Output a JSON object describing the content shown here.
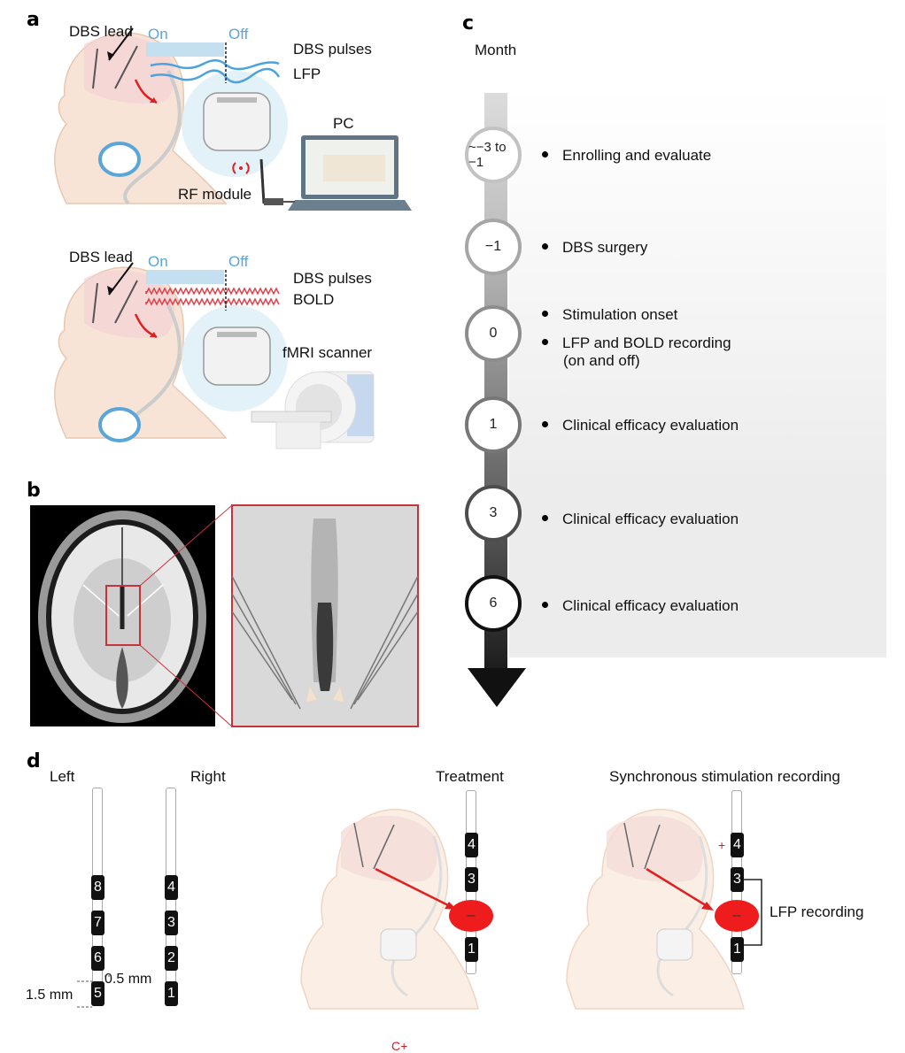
{
  "panels": {
    "a": {
      "letter": "a",
      "top": {
        "lead_label": "DBS lead",
        "on_label": "On",
        "off_label": "Off",
        "signal1": "DBS pulses",
        "signal2": "LFP",
        "device1": "PC",
        "device2": "RF module"
      },
      "bottom": {
        "lead_label": "DBS lead",
        "on_label": "On",
        "off_label": "Off",
        "signal1": "DBS pulses",
        "signal2": "BOLD",
        "device1": "fMRI scanner"
      }
    },
    "b": {
      "letter": "b"
    },
    "c": {
      "letter": "c",
      "axis_label": "Month",
      "milestones": [
        {
          "month": "~−3 to −1",
          "items": [
            "Enrolling and evaluate"
          ]
        },
        {
          "month": "−1",
          "items": [
            "DBS surgery"
          ]
        },
        {
          "month": "0",
          "items": [
            "Stimulation onset",
            "LFP and BOLD recording",
            "(on and off)"
          ]
        },
        {
          "month": "1",
          "items": [
            "Clinical efficacy evaluation"
          ]
        },
        {
          "month": "3",
          "items": [
            "Clinical efficacy evaluation"
          ]
        },
        {
          "month": "6",
          "items": [
            "Clinical efficacy evaluation"
          ]
        }
      ]
    },
    "d": {
      "letter": "d",
      "left_label": "Left",
      "right_label": "Right",
      "left_contacts": [
        "8",
        "7",
        "6",
        "5"
      ],
      "right_contacts": [
        "4",
        "3",
        "2",
        "1"
      ],
      "contact_length": "1.5 mm",
      "contact_spacing": "0.5 mm",
      "treatment": {
        "title": "Treatment",
        "contacts": [
          "4",
          "3",
          "–",
          "1"
        ],
        "case_label": "C+"
      },
      "sync": {
        "title": "Synchronous stimulation recording",
        "contacts": [
          "4",
          "3",
          "–",
          "1"
        ],
        "anode_label": "+",
        "recording_label": "LFP recording"
      }
    }
  },
  "colors": {
    "stim_blue": "#5aa6d8",
    "bold_red": "#e0404a",
    "highlight_red": "#ee1c1c",
    "zoom_box_red": "#c8323c"
  }
}
